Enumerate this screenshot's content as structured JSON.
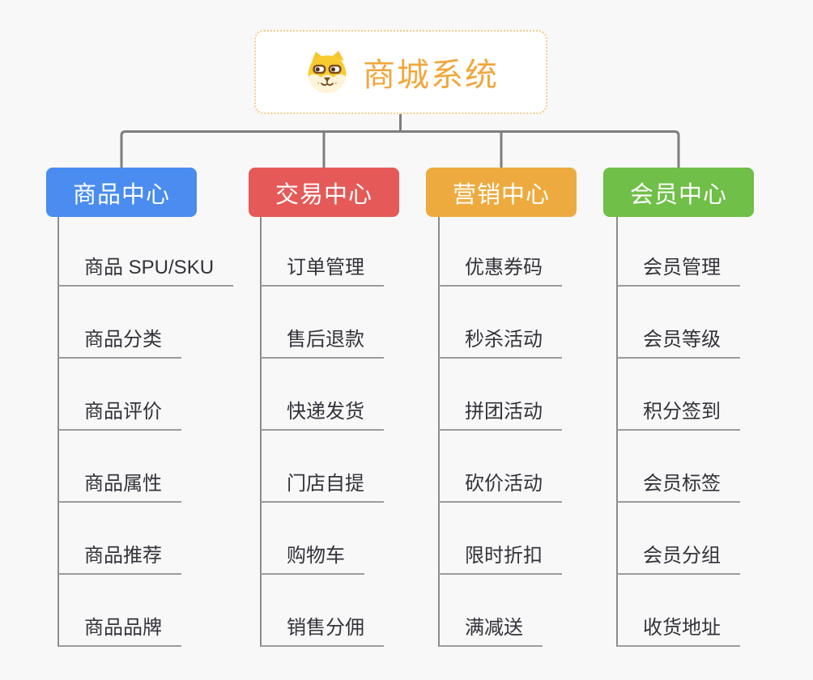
{
  "root": {
    "title": "商城系统",
    "icon": "dog-face-icon",
    "title_color": "#f0a73d",
    "border_color": "#f5c988"
  },
  "branches": [
    {
      "label": "商品中心",
      "color": "#4a8cf0",
      "items": [
        "商品 SPU/SKU",
        "商品分类",
        "商品评价",
        "商品属性",
        "商品推荐",
        "商品品牌"
      ]
    },
    {
      "label": "交易中心",
      "color": "#e55a58",
      "items": [
        "订单管理",
        "售后退款",
        "快递发货",
        "门店自提",
        "购物车",
        "销售分佣"
      ]
    },
    {
      "label": "营销中心",
      "color": "#edab3f",
      "items": [
        "优惠券码",
        "秒杀活动",
        "拼团活动",
        "砍价活动",
        "限时折扣",
        "满减送"
      ]
    },
    {
      "label": "会员中心",
      "color": "#6fbf48",
      "items": [
        "会员管理",
        "会员等级",
        "积分签到",
        "会员标签",
        "会员分组",
        "收货地址"
      ]
    }
  ]
}
